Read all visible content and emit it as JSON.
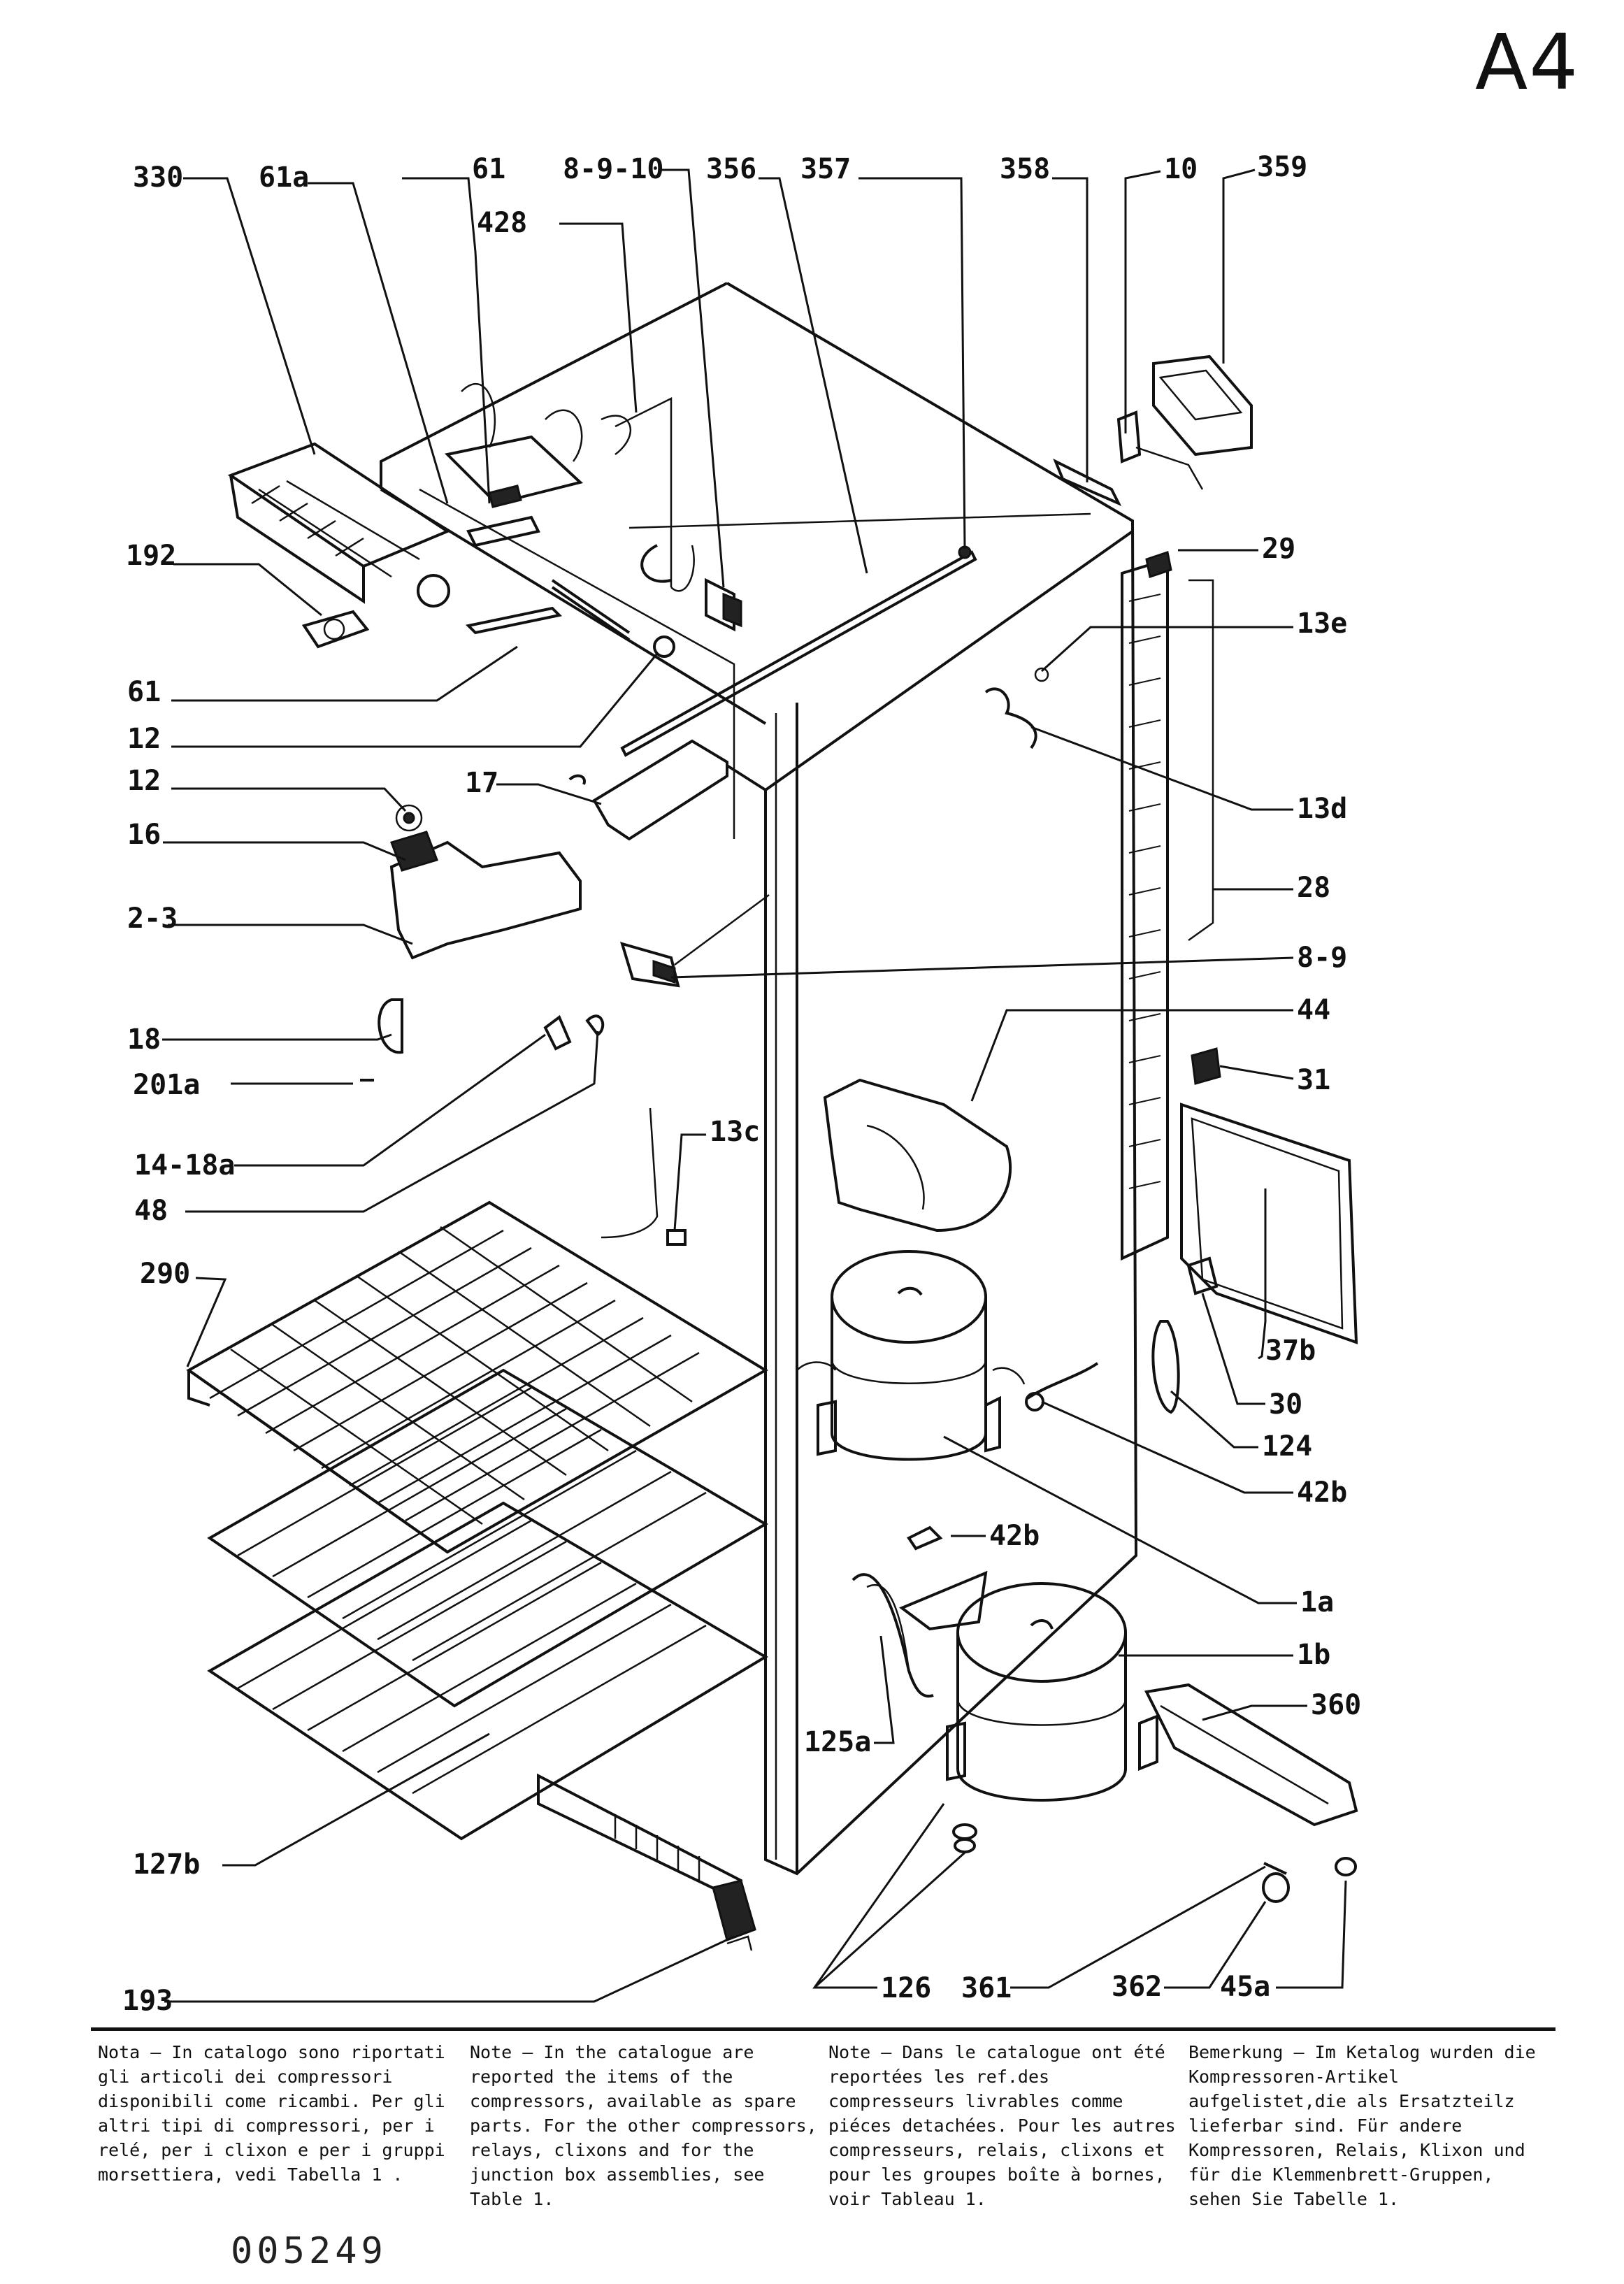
{
  "page_code": "A4",
  "doc_number": "005249",
  "part_labels": {
    "p330": "330",
    "p61a": "61a",
    "p61top": "61",
    "p8910": "8-9-10",
    "p356": "356",
    "p357": "357",
    "p358": "358",
    "p10": "10",
    "p359": "359",
    "p428": "428",
    "p192": "192",
    "p61": "61",
    "p12a": "12",
    "p12b": "12",
    "p16": "16",
    "p23": "2-3",
    "p17": "17",
    "p18": "18",
    "p201a": "201a",
    "p1418a": "14-18a",
    "p48": "48",
    "p13c": "13c",
    "p290": "290",
    "p29": "29",
    "p13e": "13e",
    "p13d": "13d",
    "p28": "28",
    "p89": "8-9",
    "p44": "44",
    "p31": "31",
    "p37b": "37b",
    "p30": "30",
    "p124": "124",
    "p42b": "42b",
    "p42b2": "42b",
    "p1a": "1a",
    "p1b": "1b",
    "p360": "360",
    "p125a": "125a",
    "p127b": "127b",
    "p193": "193",
    "p126": "126",
    "p361": "361",
    "p362": "362",
    "p45a": "45a"
  },
  "notes": [
    "Nota – In catalogo sono riportati gli articoli dei compressori disponibili come ricambi. Per gli altri tipi di compressori, per i relé, per i clixon e per i gruppi morsettiera, vedi Tabella 1 .",
    "Note – In the catalogue are reported the items of the compressors, available as spare parts. For the other compressors, relays, clixons and for the junction box assemblies, see Table 1.",
    "Note – Dans le catalogue ont été reportées les ref.des compresseurs livrables comme piéces detachées. Pour les autres compresseurs, relais, clixons et pour les groupes boîte à bornes, voir Tableau 1.",
    "Bemerkung – Im Ketalog wurden die Kompressoren-Artikel aufgelistet,die als Ersatzteilz lieferbar sind. Für andere Kompressoren, Relais, Klixon und für die Klemmenbrett-Gruppen, sehen Sie Tabelle 1."
  ]
}
